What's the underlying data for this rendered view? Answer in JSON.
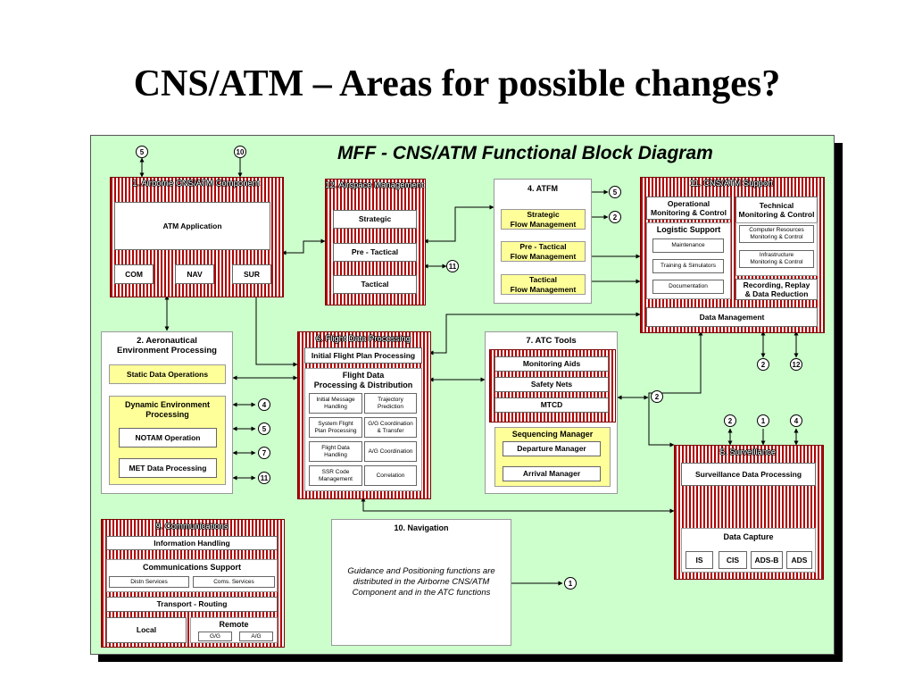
{
  "page": {
    "title": "CNS/ATM – Areas for possible changes?",
    "diagram_title": "MFF - CNS/ATM Functional Block Diagram"
  },
  "airborne": {
    "title": "1. Airborne CNS/ATM Component",
    "app": "ATM Application",
    "com": "COM",
    "nav": "NAV",
    "sur": "SUR"
  },
  "airspace": {
    "title": "12. Airspace Management",
    "strategic": "Strategic",
    "pretactical": "Pre -  Tactical",
    "tactical": "Tactical"
  },
  "atfm": {
    "title": "4. ATFM",
    "strategic": "Strategic\nFlow Management",
    "pretactical": "Pre -  Tactical\nFlow Management",
    "tactical": "Tactical\nFlow Management"
  },
  "support": {
    "title": "11. CNS/ATM Support",
    "op_mon": "Operational\nMonitoring & Control",
    "tech_mon": "Technical\nMonitoring & Control",
    "logistic": "Logistic Support",
    "maintenance": "Maintenance",
    "training": "Training & Simulators",
    "documentation": "Documentation",
    "comp_res": "Computer Resources\nMonitoring & Control",
    "infra": "Infrastructure\nMonitoring & Control",
    "recording": "Recording, Replay\n& Data Reduction",
    "data_mgmt": "Data Management"
  },
  "aero": {
    "title": "2. Aeronautical\nEnvironment Processing",
    "static": "Static Data Operations",
    "dynamic": "Dynamic Environment\nProcessing",
    "notam": "NOTAM Operation",
    "met": "MET Data Processing"
  },
  "fdp": {
    "title": "6. Flight Data Processing",
    "initial": "Initial Flight Plan Processing",
    "fdpd": "Flight Data\nProcessing & Distribution",
    "imh": "Initial Message\nHandling",
    "traj": "Trajectory\nPrediction",
    "sfpp": "System Flight\nPlan Processing",
    "ggc": "G/G Coordination\n& Transfer",
    "fdh": "Flight Data\nHandling",
    "agc": "A/G Coordination",
    "ssr": "SSR Code\nManagement",
    "corr": "Correlation"
  },
  "atc": {
    "title": "7. ATC Tools",
    "monitoring": "Monitoring Aids",
    "safety": "Safety Nets",
    "mtcd": "MTCD",
    "seq": "Sequencing Manager",
    "dep": "Departure Manager",
    "arr": "Arrival Manager"
  },
  "surv": {
    "title": "5. Surveillance",
    "sdp": "Surveillance Data Processing",
    "capture": "Data Capture",
    "is": "IS",
    "cis": "CIS",
    "adsb": "ADS-B",
    "ads": "ADS"
  },
  "comms": {
    "title": "9. Communications",
    "info": "Information Handling",
    "support": "Communications Support",
    "distn": "Distn Services",
    "coms": "Coms. Services",
    "transport": "Transport  - Routing",
    "local": "Local",
    "remote": "Remote",
    "gg": "G/G",
    "ag": "A/G"
  },
  "navigation": {
    "title": "10. Navigation",
    "text": "Guidance and Positioning functions are distributed in the Airborne CNS/ATM Component and in the ATC functions"
  },
  "refs": {
    "top5": "5",
    "top10": "10",
    "atfm5": "5",
    "atfm2": "2",
    "as11": "11",
    "dm2": "2",
    "dm12": "12",
    "aero4": "4",
    "aero5": "5",
    "aero7": "7",
    "aero11": "11",
    "atc2": "2",
    "surv2": "2",
    "surv1": "1",
    "surv4": "4",
    "nav1": "1"
  }
}
